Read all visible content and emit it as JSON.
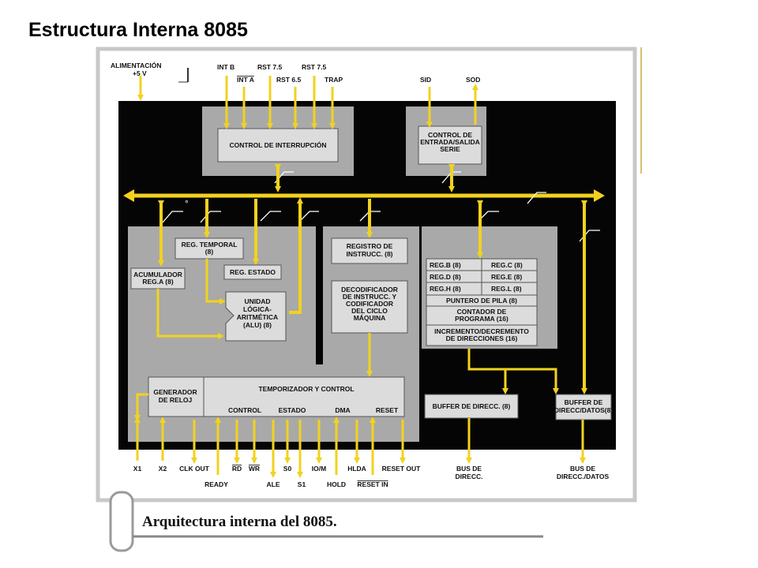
{
  "slide_title": "Estructura Interna 8085",
  "caption": "Arquitectura interna del 8085.",
  "colors": {
    "bus_yellow": "#f2d21e",
    "chip_black": "#050505",
    "block_grey": "#a9a9a9",
    "box_light": "#dcdcdc",
    "frame_grey": "#c8c8c8"
  },
  "top_pins": {
    "power": [
      "ALIMENTACIÓN",
      "+5 V"
    ],
    "int_b": "INT B",
    "int_a": "INT A",
    "rst_7_5_a": "RST 7.5",
    "rst_6_5": "RST 6.5",
    "rst_7_5_b": "RST 7.5",
    "trap": "TRAP",
    "sid": "SID",
    "sod": "SOD"
  },
  "blocks": {
    "interrupt_control": "CONTROL DE INTERRUPCIÓN",
    "serial_io": [
      "CONTROL DE",
      "ENTRADA/SALIDA",
      "SERIE"
    ],
    "temp_reg": [
      "REG. TEMPORAL",
      "(8)"
    ],
    "accumulator": [
      "ACUMULADOR",
      "REG.A (8)"
    ],
    "status_reg": "REG. ESTADO",
    "alu": [
      "UNIDAD",
      "LÓGICA-",
      "ARITMÉTICA",
      "(ALU) (8)"
    ],
    "instr_reg": [
      "REGISTRO DE",
      "INSTRUCC. (8)"
    ],
    "instr_decoder": [
      "DECODIFICADOR",
      "DE INSTRUCC. Y",
      "CODIFICADOR",
      "DEL CICLO",
      "MÁQUINA"
    ],
    "reg_b": "REG.B (8)",
    "reg_c": "REG.C (8)",
    "reg_d": "REG.D (8)",
    "reg_e": "REG.E (8)",
    "reg_h": "REG.H (8)",
    "reg_l": "REG.L (8)",
    "stack_pointer": "PUNTERO DE PILA (8)",
    "program_counter": [
      "CONTADOR DE",
      "PROGRAMA (16)"
    ],
    "inc_dec": [
      "INCREMENTO/DECREMENTO",
      "DE DIRECCIONES (16)"
    ],
    "clock_gen": [
      "GENERADOR",
      "DE RELOJ"
    ],
    "timing_control": "TEMPORIZADOR Y CONTROL",
    "sub_control": "CONTROL",
    "sub_estado": "ESTADO",
    "sub_dma": "DMA",
    "sub_reset": "RESET",
    "addr_buffer": "BUFFER DE DIRECC. (8)",
    "data_buffer": [
      "BUFFER DE",
      "DIRECC/DATOS(8)"
    ]
  },
  "bottom_pins": {
    "x1": "X1",
    "x2": "X2",
    "clk_out": "CLK OUT",
    "ready": "READY",
    "rd": "RD",
    "wr": "WR",
    "ale": "ALE",
    "s0": "S0",
    "s1": "S1",
    "io_m": "IO/M",
    "hold": "HOLD",
    "hlda": "HLDA",
    "reset_in": "RESET IN",
    "reset_out": "RESET OUT",
    "addr_bus": [
      "BUS DE",
      "DIRECC."
    ],
    "addr_data_bus": [
      "BUS DE",
      "DIRECC./DATOS"
    ]
  }
}
